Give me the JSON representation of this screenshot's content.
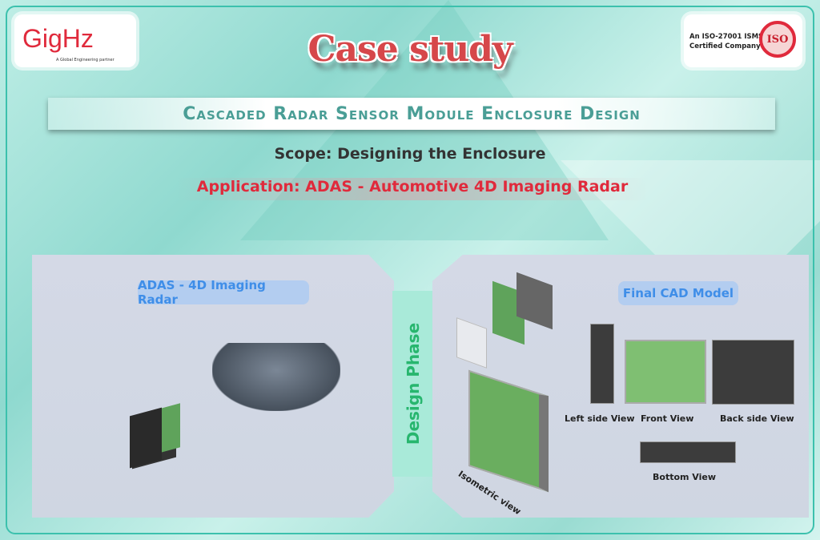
{
  "logo": {
    "brand": "GigHz",
    "tagline": "A Global Engineering partner"
  },
  "certification": {
    "text_line1": "An ISO-27001 ISMS",
    "text_line2": "Certified Company",
    "badge": "ISO"
  },
  "title": "Case study",
  "banner": "Cascaded Radar Sensor Module Enclosure Design",
  "scope": "Scope: Designing the Enclosure",
  "application": "Application: ADAS - Automotive 4D Imaging Radar",
  "left_panel": {
    "label": "ADAS - 4D Imaging Radar"
  },
  "divider": "Design Phase",
  "right_panel": {
    "label": "Final CAD Model",
    "views": {
      "isometric": "Isometric view",
      "left": "Left side View",
      "front": "Front View",
      "back": "Back side View",
      "bottom": "Bottom View"
    }
  },
  "colors": {
    "accent_red": "#d6474a",
    "teal": "#4a9e96",
    "green": "#27b66e",
    "blue": "#3f8ee8"
  }
}
